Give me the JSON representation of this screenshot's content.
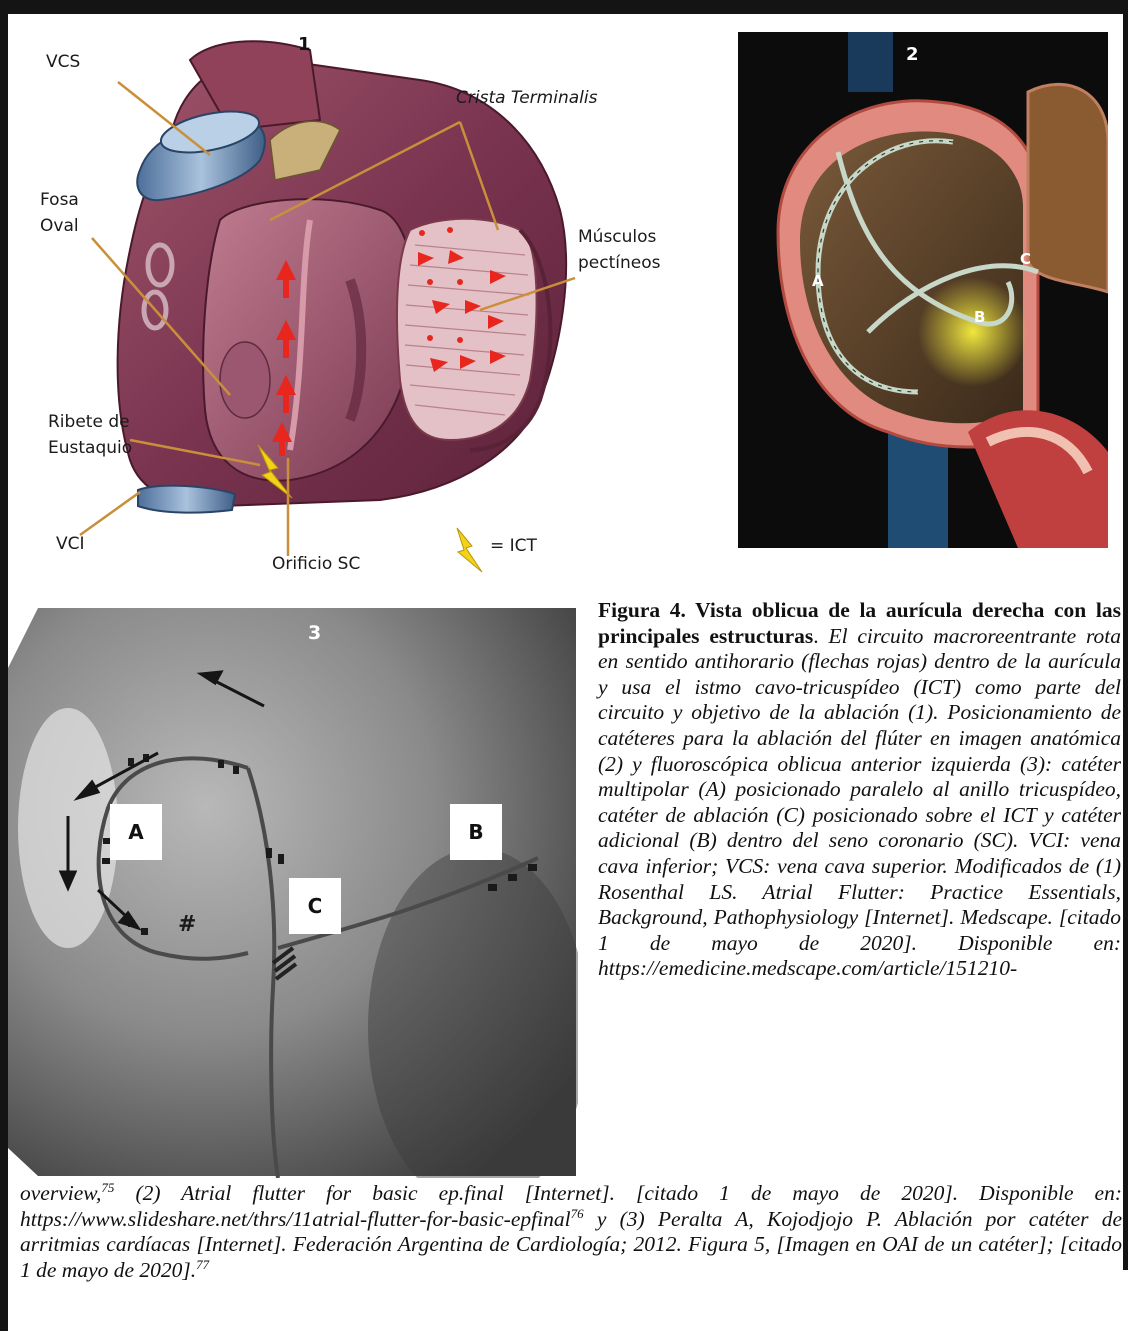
{
  "panel1": {
    "number": "1",
    "labels": {
      "vcs": "VCS",
      "crista": "Crista Terminalis",
      "fosa_1": "Fosa",
      "fosa_2": "Oval",
      "musculos_1": "Músculos",
      "musculos_2": "pectíneos",
      "ribete_1": "Ribete de",
      "ribete_2": "Eustaquio",
      "vci": "VCI",
      "orificio": "Orificio SC",
      "legend_ict": "= ICT"
    },
    "colors": {
      "arrow": "#e8261e",
      "pointer": "#c98f3a",
      "lightning": "#f3d21a"
    }
  },
  "panel2": {
    "number": "2",
    "labels": {
      "a": "A",
      "b": "B",
      "c": "C"
    }
  },
  "panel3": {
    "number": "3",
    "labels": {
      "a": "A",
      "b": "B",
      "c": "C",
      "hash": "#"
    }
  },
  "caption": {
    "title": "Figura 4. Vista oblicua de la aurícula derecha con las principales estructuras",
    "title_end": ".",
    "body_1": "El circuito macroreentrante rota en sentido antihorario (flechas rojas) dentro de la aurícula y usa el istmo cavo-tricuspídeo (ICT) como parte del circuito y objetivo de la ablación (1). Posicionamiento de catéteres para la ablación del flúter en imagen anatómica (2) y fluoroscópica oblicua anterior izquierda (3): catéter multipolar (A) posicionado paralelo al anillo tricuspídeo, catéter de ablación (C) posicionado sobre el ICT y catéter adicional (B) dentro del seno coronario (SC). VCI: vena cava inferior; VCS: vena cava superior. Modificados de (1) Rosenthal LS. Atrial Flutter: Practice Essentials, Background, Pathophysiology [Internet]. Medscape. [citado 1 de mayo de 2020]. Disponible en: https://emedicine.medscape.com/article/151210-",
    "body_2a": "overview,",
    "ref_75": "75",
    "body_2b": "(2) Atrial flutter for basic ep.final [Internet]. [citado 1 de mayo de 2020]. Disponible en: https://www.slideshare.net/thrs/11atrial-flutter-for-basic-epfinal",
    "ref_76": "76",
    "body_2c": "y (3) Peralta A, Kojodjojo P. Ablación por catéter de arritmias cardíacas [Internet]. Federación Argentina de Cardiología; 2012. Figura 5, [Imagen en OAI de un catéter]; [citado 1 de mayo de 2020].",
    "ref_77": "77"
  }
}
